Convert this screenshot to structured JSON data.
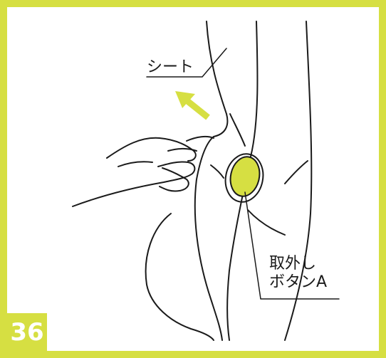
{
  "step_number": "36",
  "labels": {
    "sheet": "シート",
    "release_button_line1": "取外し",
    "release_button_line2": "ボタンA"
  },
  "colors": {
    "frame": "#d6df42",
    "highlight": "#d6df42",
    "arrow": "#d6df42",
    "line": "#1a1a1a"
  },
  "icons": {
    "arrow": "arrow-up-left-icon"
  }
}
